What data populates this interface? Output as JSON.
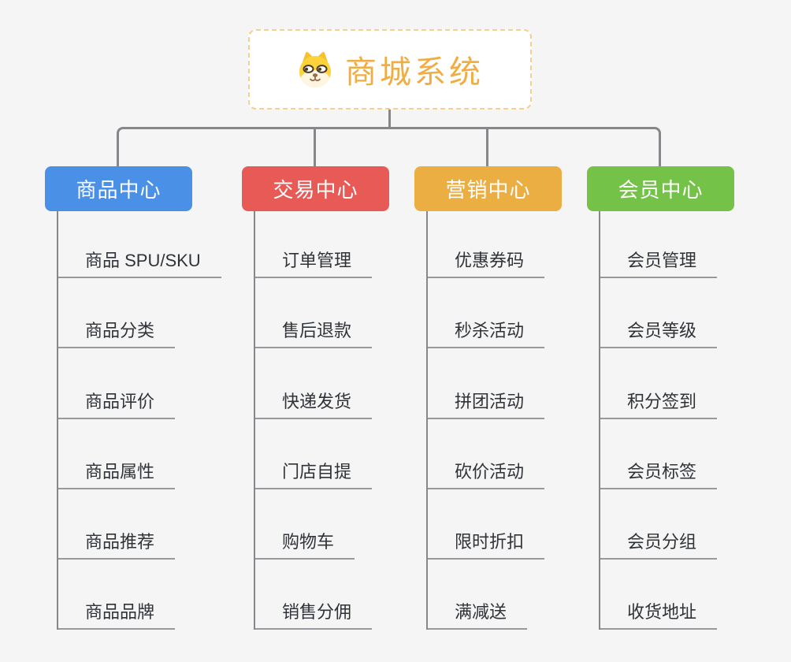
{
  "root": {
    "label": "商城系统",
    "icon": "dog-face-icon",
    "accent_color": "#f0ad43",
    "border_color": "#f4cf92",
    "background": "#ffffff"
  },
  "branches": [
    {
      "label": "商品中心",
      "color": "#4a90e6",
      "children": [
        "商品 SPU/SKU",
        "商品分类",
        "商品评价",
        "商品属性",
        "商品推荐",
        "商品品牌"
      ]
    },
    {
      "label": "交易中心",
      "color": "#e85a55",
      "children": [
        "订单管理",
        "售后退款",
        "快递发货",
        "门店自提",
        "购物车",
        "销售分佣"
      ]
    },
    {
      "label": "营销中心",
      "color": "#ebae43",
      "children": [
        "优惠券码",
        "秒杀活动",
        "拼团活动",
        "砍价活动",
        "限时折扣",
        "满减送"
      ]
    },
    {
      "label": "会员中心",
      "color": "#74c247",
      "children": [
        "会员管理",
        "会员等级",
        "积分签到",
        "会员标签",
        "会员分组",
        "收货地址"
      ]
    }
  ],
  "canvas": {
    "background": "#f5f5f5",
    "connector_color": "#85878a",
    "leaf_text_color": "#2f3338",
    "leaf_underline_color": "#97999c"
  }
}
